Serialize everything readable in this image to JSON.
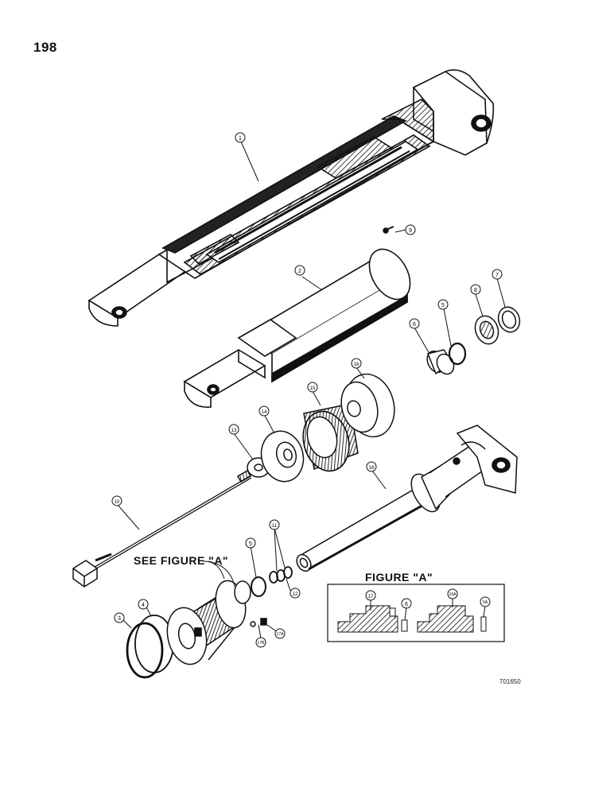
{
  "page_number": "198",
  "see_figure_label": "SEE FIGURE \"A\"",
  "figure_a_title": "FIGURE \"A\"",
  "figure_code": "701650",
  "callouts": {
    "c1": "1",
    "c2": "2",
    "c3": "3",
    "c4": "4",
    "c5a": "5",
    "c5b": "5",
    "c6": "6",
    "c6b": "6",
    "c7": "7",
    "c8": "8",
    "c9": "9",
    "c10": "10",
    "c11": "11",
    "c12": "12",
    "c13": "13",
    "c14": "14",
    "c15": "15",
    "c16": "16",
    "c16a": "16A",
    "c17": "17",
    "c17a": "17A",
    "c17b": "17B",
    "c18": "18",
    "c5a_fig": "5A"
  },
  "colors": {
    "ink": "#111111",
    "paper": "#ffffff"
  }
}
